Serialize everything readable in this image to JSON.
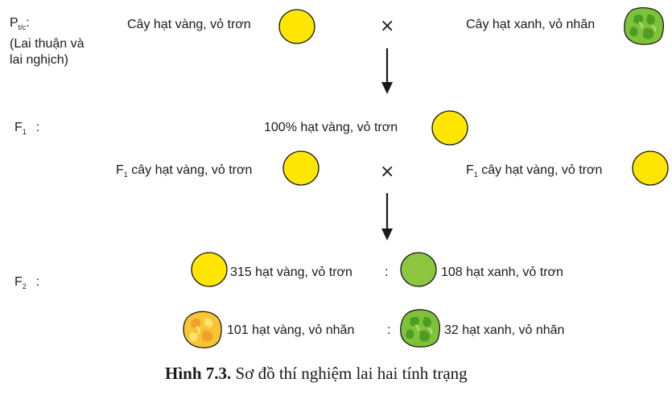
{
  "generations": {
    "p": {
      "letter": "P",
      "sub": "t/c",
      "colon": ":",
      "note_line1": "(Lai thuận và",
      "note_line2": "lai nghịch)"
    },
    "f1": {
      "letter": "F",
      "sub": "1",
      "colon": ":"
    },
    "f2": {
      "letter": "F",
      "sub": "2",
      "colon": ":"
    }
  },
  "row_p": {
    "left": "Cây hạt vàng, vỏ trơn",
    "cross": "×",
    "right": "Cây hạt xanh, vỏ nhăn"
  },
  "row_f1": {
    "result": "100% hạt vàng, vỏ trơn"
  },
  "row_f1_cross": {
    "left_prefix": "F",
    "left_sub": "1",
    "left_text": " cây hạt vàng, vỏ trơn",
    "cross": "×",
    "right_prefix": "F",
    "right_sub": "1",
    "right_text": " cây hạt vàng, vỏ trơn"
  },
  "row_f2": {
    "a": "315 hạt vàng, vỏ trơn",
    "sep1": ":",
    "b": "108 hạt xanh, vỏ trơn",
    "c": "101 hạt vàng, vỏ nhăn",
    "sep2": ":",
    "d": "32 hạt xanh, vỏ nhăn"
  },
  "caption": {
    "bold": "Hình 7.3.",
    "text": " Sơ đồ thí nghiệm lai hai tính trạng"
  },
  "colors": {
    "yellow": "#ffe600",
    "green": "#8cc63f",
    "dark_green": "#5fa82b",
    "outline": "#1a1a1a",
    "wrinkle_yellow": "#f6c234"
  }
}
